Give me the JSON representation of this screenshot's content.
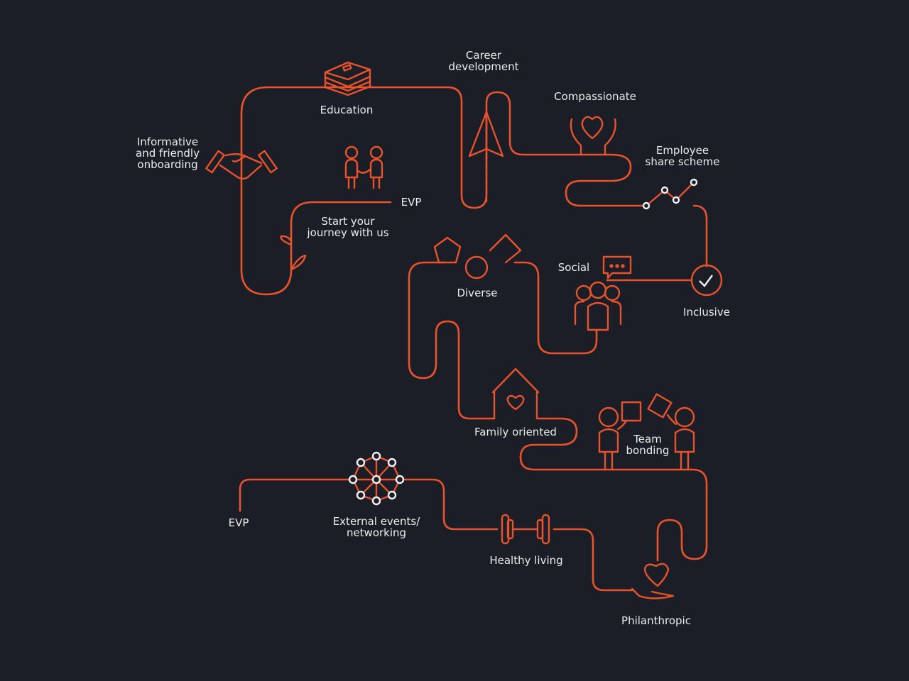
{
  "colors": {
    "background": "#1b1e27",
    "line": "#e8532c",
    "text": "#ececec"
  },
  "labels": {
    "evp_start": "EVP",
    "start_journey": "Start your\njourney with us",
    "onboarding": "Informative\nand friendly\nonboarding",
    "education": "Education",
    "career": "Career\ndevelopment",
    "compassionate": "Compassionate",
    "share_scheme": "Employee\nshare scheme",
    "inclusive": "Inclusive",
    "social": "Social",
    "diverse": "Diverse",
    "family": "Family oriented",
    "team": "Team\nbonding",
    "philanthropic": "Philanthropic",
    "healthy": "Healthy living",
    "external": "External events/\nnetworking",
    "evp_end": "EVP"
  },
  "icons": [
    "plant-icon",
    "handshake-icon",
    "holding-hands-icon",
    "books-icon",
    "paper-plane-icon",
    "heart-hands-icon",
    "line-chart-icon",
    "checkmark-circle-icon",
    "chat-bubble-icon",
    "group-icon",
    "shapes-icon",
    "house-heart-icon",
    "puzzle-people-icon",
    "heart-hand-icon",
    "dumbbell-icon",
    "network-icon"
  ]
}
